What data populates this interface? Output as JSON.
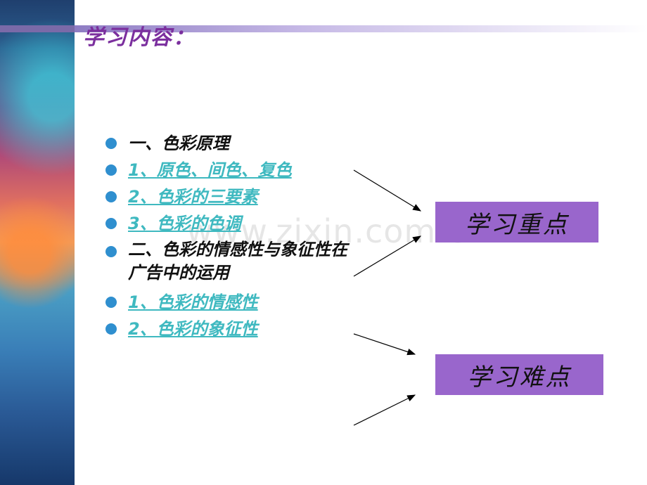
{
  "slide": {
    "title": "学习内容：",
    "watermark": "www.zixin.com.cn",
    "bullets": [
      {
        "text": "一、色彩原理",
        "style": "black"
      },
      {
        "text": "1、原色、间色、复色",
        "style": "link"
      },
      {
        "text": "2、色彩的三要素",
        "style": "link"
      },
      {
        "text": "3、色彩的色调",
        "style": "link"
      },
      {
        "text": "二、色彩的情感性与象征性在广告中的运用",
        "style": "black"
      },
      {
        "text": "1、色彩的情感性",
        "style": "link"
      },
      {
        "text": "2、色彩的象征性",
        "style": "link"
      }
    ],
    "boxes": {
      "key_points": "学习重点",
      "difficulties": "学习难点"
    },
    "colors": {
      "title": "#7b2f9e",
      "bullet_dot": "#2f8fcf",
      "link_text": "#3fb9c0",
      "box_fill": "#9966cc"
    }
  }
}
